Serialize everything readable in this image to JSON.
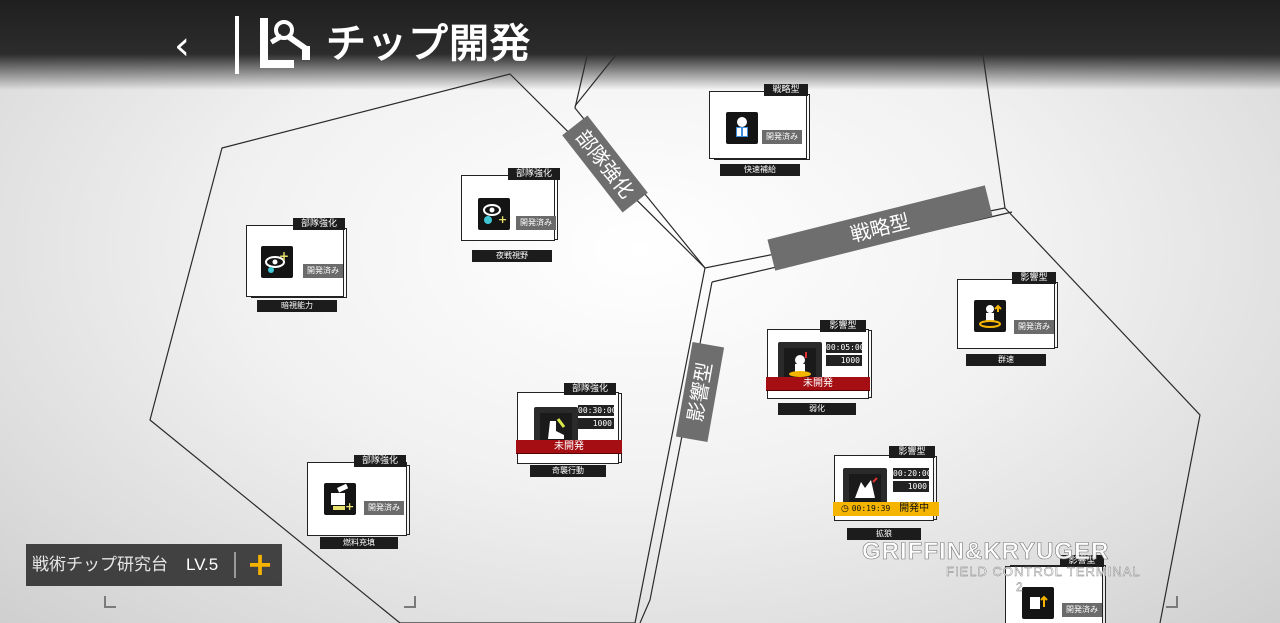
{
  "header": {
    "back_glyph": "‹",
    "title": "チップ開発",
    "title_icon": "robot-arm-icon"
  },
  "regions": {
    "unit_boost": "部隊強化",
    "strategy": "戦略型",
    "influence": "影響型"
  },
  "chips": [
    {
      "key": "night_vision",
      "category": "部隊強化",
      "name": "夜戦視野",
      "status": "開発済み",
      "icon": "eye-plus-icon"
    },
    {
      "key": "dark_vision",
      "category": "部隊強化",
      "name": "暗視能力",
      "status": "開発済み",
      "icon": "eye-star-icon"
    },
    {
      "key": "fast_supply",
      "category": "戦略型",
      "name": "快速補給",
      "status": "開発済み",
      "icon": "supply-doll-icon"
    },
    {
      "key": "surprise",
      "category": "部隊強化",
      "name": "奇襲行動",
      "status": "未開発",
      "time": "00:30:00",
      "cost": "1000",
      "icon": "boot-icon"
    },
    {
      "key": "fuel",
      "category": "部隊強化",
      "name": "燃料充填",
      "status": "開発済み",
      "icon": "fuel-plus-icon"
    },
    {
      "key": "weaken",
      "category": "影響型",
      "name": "弱化",
      "status": "未開発",
      "time": "00:05:00",
      "cost": "1000",
      "icon": "weaken-icon"
    },
    {
      "key": "group_speed",
      "category": "影響型",
      "name": "群速",
      "status": "開発済み",
      "icon": "speed-up-icon"
    },
    {
      "key": "provoke",
      "category": "影響型",
      "name": "拡狼",
      "status": "開発中",
      "time": "00:20:00",
      "cost": "1000",
      "remaining": "00:19:39",
      "icon": "wolf-icon"
    },
    {
      "key": "partial",
      "category": "影響型",
      "status": "開発済み",
      "icon": "flag-up-icon"
    }
  ],
  "lab": {
    "label": "戦術チップ研究台",
    "level": "LV.5",
    "plus": "+"
  },
  "brand": {
    "line1": "GRIFFIN&KRYUGER",
    "line2": "FIELD CONTROL TERMINAL",
    "line3": "2"
  },
  "colors": {
    "header": "#262626",
    "red_banner": "#a50f14",
    "progress": "#f4b400",
    "region_label": "#6e6e6e",
    "plus": "#f5b300"
  }
}
